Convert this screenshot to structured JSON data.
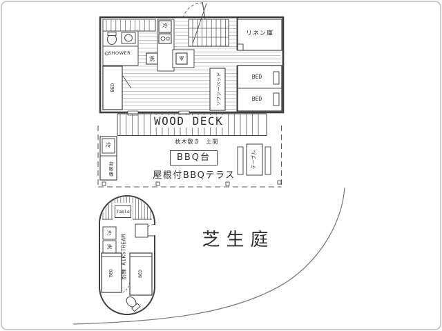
{
  "colors": {
    "wall": "#3f3f3f",
    "partition": "#4a4a4a",
    "floor_line": "#9b9b9b",
    "text": "#2e2e2e",
    "frame": "#c9c9c9",
    "background": "#ffffff"
  },
  "main_building": {
    "linen_room": "リネン庫",
    "shower": "SHOWER",
    "washer": "洗",
    "fridge": "冷",
    "sink_symbol": "ψ",
    "bed_left": "BED",
    "sofa_bed": "ソファーベッド",
    "bed_right_top": "BED",
    "bed_right_bottom": "BED"
  },
  "deck": {
    "title": "WOOD DECK"
  },
  "terrace": {
    "ground_note": "枕木敷き　土間",
    "bbq_stand": "BBQ台",
    "title": "屋根付BBQテラス",
    "fridge": "冷",
    "vending_machine": "自販機",
    "table": "テーブル"
  },
  "trailer": {
    "table": "Table",
    "name": "別棟 AIRSTREAM",
    "fridge": "冷",
    "sink": "洗",
    "bed_left": "BED",
    "bed_right": "BED"
  },
  "garden": {
    "title": "芝生庭"
  }
}
